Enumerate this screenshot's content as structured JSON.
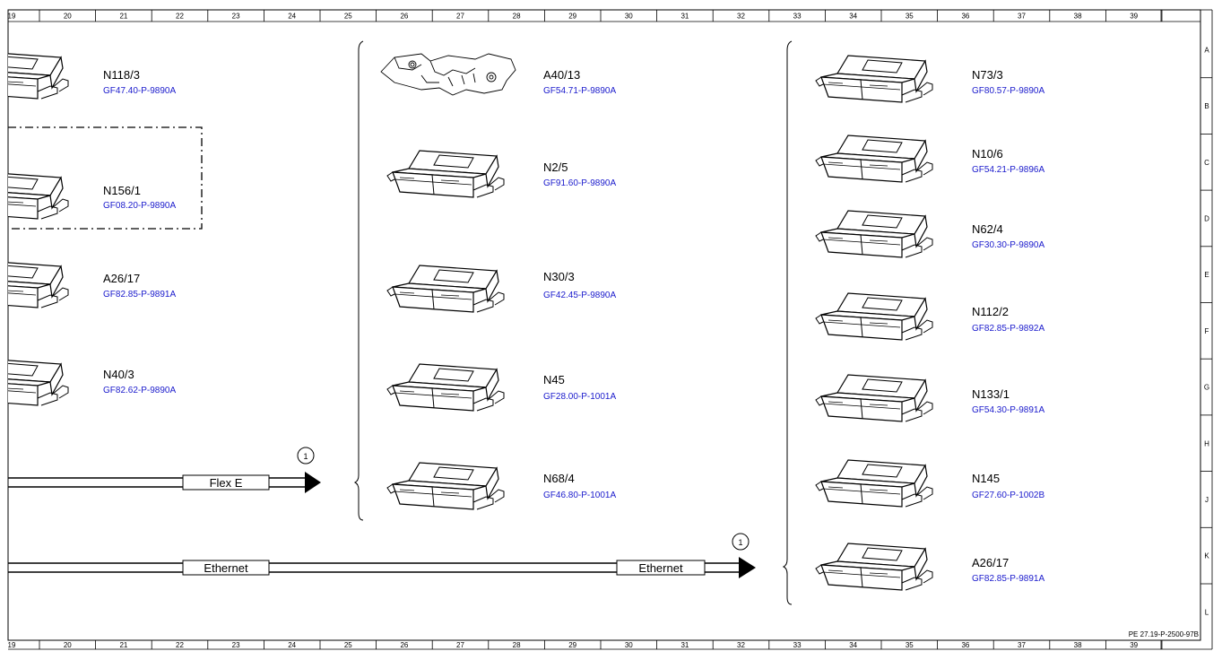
{
  "ruler": {
    "columns": [
      "19",
      "20",
      "21",
      "22",
      "23",
      "24",
      "25",
      "26",
      "27",
      "28",
      "29",
      "30",
      "31",
      "32",
      "33",
      "34",
      "35",
      "36",
      "37",
      "38",
      "39"
    ],
    "rows": [
      "A",
      "B",
      "C",
      "D",
      "E",
      "F",
      "G",
      "H",
      "J",
      "K",
      "L"
    ]
  },
  "footer_code": "PE 27.19-P-2500-97B",
  "components_left": [
    {
      "name": "N118/3",
      "ref": "GF47.40-P-9890A"
    },
    {
      "name": "N156/1",
      "ref": "GF08.20-P-9890A"
    },
    {
      "name": "A26/17",
      "ref": "GF82.85-P-9891A"
    },
    {
      "name": "N40/3",
      "ref": "GF82.62-P-9890A"
    }
  ],
  "components_middle": [
    {
      "name": "A40/13",
      "ref": "GF54.71-P-9890A"
    },
    {
      "name": "N2/5",
      "ref": "GF91.60-P-9890A"
    },
    {
      "name": "N30/3",
      "ref": "GF42.45-P-9890A"
    },
    {
      "name": "N45",
      "ref": "GF28.00-P-1001A"
    },
    {
      "name": "N68/4",
      "ref": "GF46.80-P-1001A"
    }
  ],
  "components_right": [
    {
      "name": "N73/3",
      "ref": "GF80.57-P-9890A"
    },
    {
      "name": "N10/6",
      "ref": "GF54.21-P-9896A"
    },
    {
      "name": "N62/4",
      "ref": "GF30.30-P-9890A"
    },
    {
      "name": "N112/2",
      "ref": "GF82.85-P-9892A"
    },
    {
      "name": "N133/1",
      "ref": "GF54.30-P-9891A"
    },
    {
      "name": "N145",
      "ref": "GF27.60-P-1002B"
    },
    {
      "name": "A26/17",
      "ref": "GF82.85-P-9891A"
    }
  ],
  "buses": {
    "flex_label": "Flex E",
    "flex_marker": "1",
    "ethernet_label_1": "Ethernet",
    "ethernet_label_2": "Ethernet",
    "ethernet_marker": "1"
  }
}
